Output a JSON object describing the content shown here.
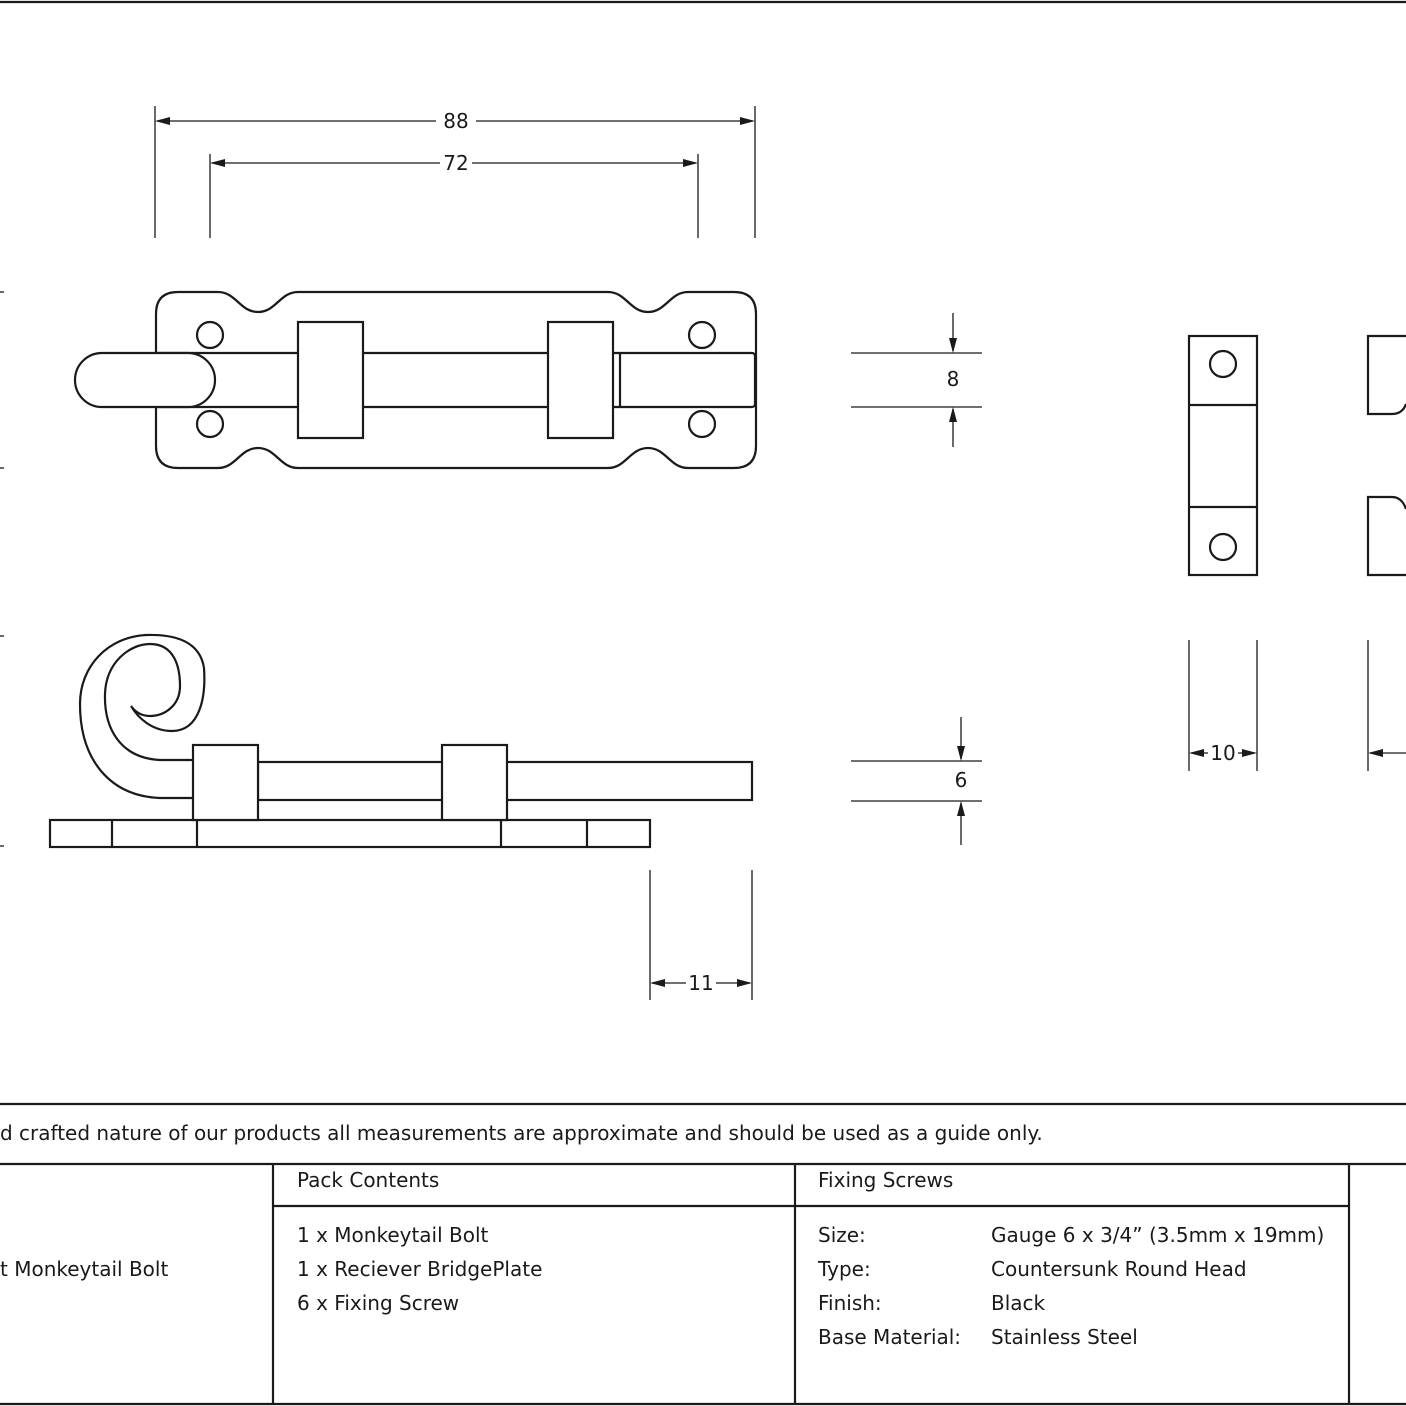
{
  "dimensions": {
    "overall_length": "88",
    "fixing_centres": "72",
    "bolt_diameter": "8",
    "bolt_height": "6",
    "keep_projection": "11",
    "keep_width": "10"
  },
  "note": "d crafted nature of our products all measurements are approximate and should be used as a guide only.",
  "table": {
    "product_name": "t Monkeytail Bolt",
    "pack_contents": {
      "header": "Pack Contents",
      "items": [
        "1 x Monkeytail Bolt",
        "1 x Reciever BridgePlate",
        "6 x Fixing Screw"
      ]
    },
    "fixing_screws": {
      "header": "Fixing Screws",
      "rows": [
        {
          "label": "Size:",
          "value": "Gauge 6 x 3/4” (3.5mm x 19mm)"
        },
        {
          "label": "Type:",
          "value": "Countersunk Round Head"
        },
        {
          "label": "Finish:",
          "value": "Black"
        },
        {
          "label": "Base Material:",
          "value": "Stainless Steel"
        }
      ]
    }
  }
}
